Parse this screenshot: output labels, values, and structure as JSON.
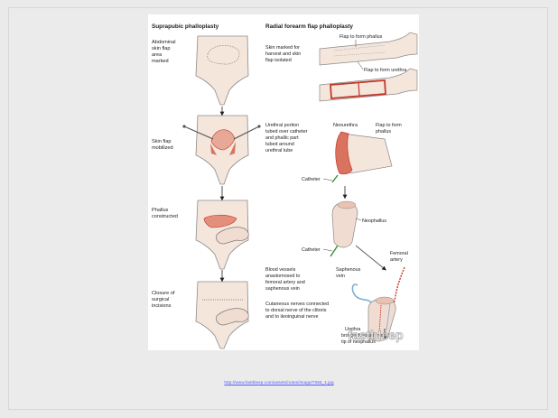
{
  "figure": {
    "left_heading": "Suprapubic phalloplasty",
    "right_heading": "Radial forearm flap phalloplasty",
    "left_steps": [
      [
        "Abdominal",
        "skin flap",
        "area",
        "marked"
      ],
      [
        "Skin flap",
        "mobilized"
      ],
      [
        "Phallus",
        "constructed"
      ],
      [
        "Closure of",
        "surgical",
        "incisions"
      ]
    ],
    "right_notes": {
      "harvest": [
        "Skin marked for",
        "harvest and skin",
        "flap isolated"
      ],
      "urethral": [
        "Urethral portion",
        "tubed over catheter",
        "and phallic part",
        "tubed around",
        "urethral tube"
      ],
      "blood": [
        "Blood vessels",
        "anastomosed to",
        "femoral artery and",
        "saphenous vein"
      ],
      "nerves": [
        "Cutaneous nerves connected",
        "to dorsal nerve of the clitoris",
        "and to ileoinguinal nerve"
      ]
    },
    "labels": {
      "flap_phallus": "Flap to form phallus",
      "flap_urethra": "Flap to form urethra",
      "neourethra": "Neourethra",
      "flap_phallus_2": [
        "Flap to form",
        "phallus"
      ],
      "catheter_1": "Catheter",
      "catheter_2": "Catheter",
      "neophallus": "Neophallus",
      "femoral_artery": [
        "Femoral",
        "artery"
      ],
      "saphenous_vein": [
        "Saphenous",
        "vein"
      ],
      "urethra_forward": [
        "Urethra",
        "brought forward from",
        "tip of neophallus"
      ]
    },
    "watermark": "fastbleep"
  },
  "source_url": "http://www.fastbleep.com/assets/notes/image/7055_1.jpg",
  "colors": {
    "slide_bg": "#eaeaea",
    "skin": "#f5e6dc",
    "outline": "#7a7a7a",
    "flap_red": "#c0392b",
    "flap_pink": "#e8998a",
    "link": "#5a5aff"
  }
}
